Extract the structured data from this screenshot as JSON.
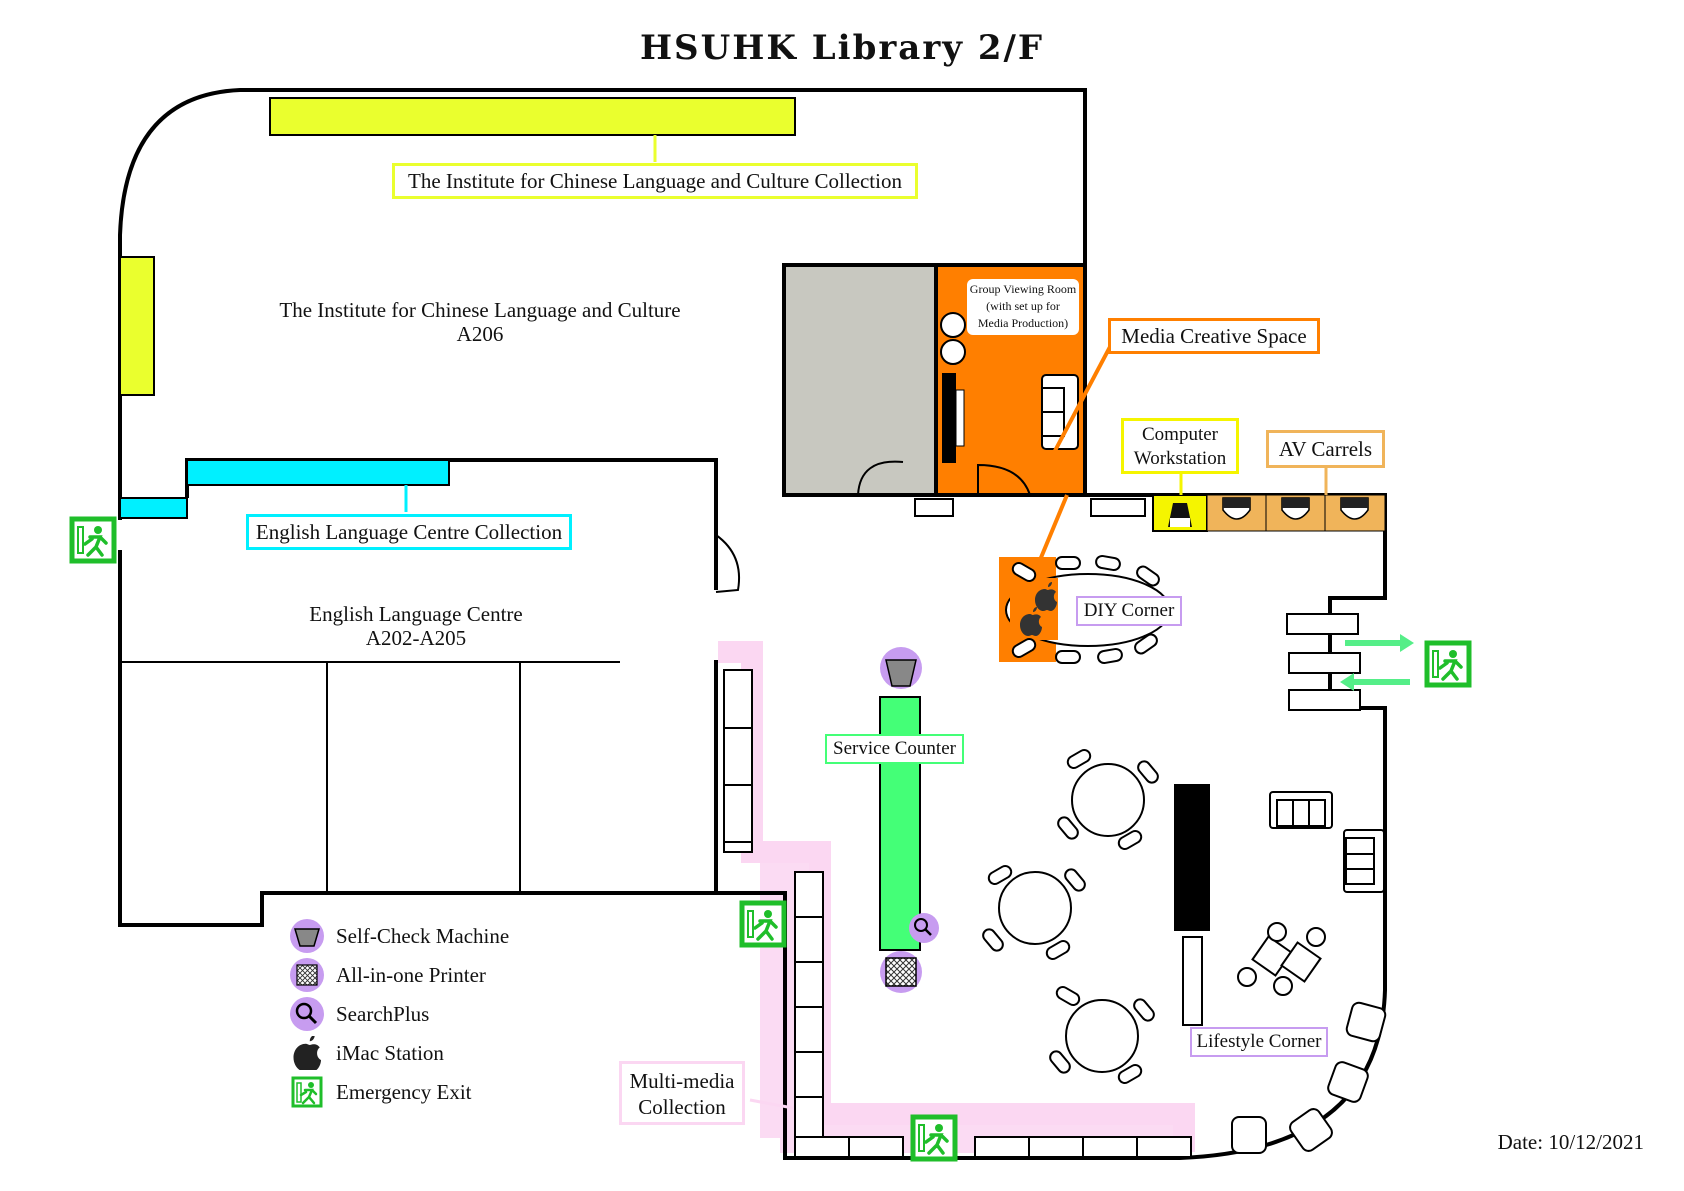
{
  "title": "HSUHK Library 2/F",
  "date_label": "Date:",
  "date_value": "10/12/2021",
  "rooms": {
    "iclc_room": {
      "name": "The Institute for Chinese Language and Culture",
      "code": "A206"
    },
    "elc_room": {
      "name": "English Language Centre",
      "code": "A202-A205"
    }
  },
  "labels": {
    "iclc_collection": "The Institute for Chinese Language and Culture Collection",
    "elc_collection": "English Language Centre Collection",
    "group_viewing": [
      "Group Viewing Room",
      "(with set up for",
      "Media Production)"
    ],
    "media_creative": "Media Creative Space",
    "computer_workstation": [
      "Computer",
      "Workstation"
    ],
    "av_carrels": "AV Carrels",
    "diy_corner": "DIY Corner",
    "service_counter": "Service Counter",
    "lifestyle_corner": "Lifestyle Corner",
    "multimedia": [
      "Multi-media",
      "Collection"
    ]
  },
  "legend": [
    {
      "icon": "self-check-icon",
      "label": "Self-Check Machine"
    },
    {
      "icon": "printer-icon",
      "label": "All-in-one Printer"
    },
    {
      "icon": "searchplus-icon",
      "label": "SearchPlus"
    },
    {
      "icon": "apple-icon",
      "label": "iMac Station"
    },
    {
      "icon": "emergency-exit-icon",
      "label": "Emergency Exit"
    }
  ],
  "colors": {
    "iclc_yellow": "#eaff2e",
    "elc_cyan": "#00f0ff",
    "media_orange": "#ff7f00",
    "workstation_yellow": "#f5f500",
    "av_tan": "#f0b45a",
    "service_green": "#44ff77",
    "multimedia_pink": "#fbd7f2",
    "legend_purple": "#c79cf0",
    "exit_green": "#1fbe2a",
    "gray_room": "#c8c8c0"
  }
}
